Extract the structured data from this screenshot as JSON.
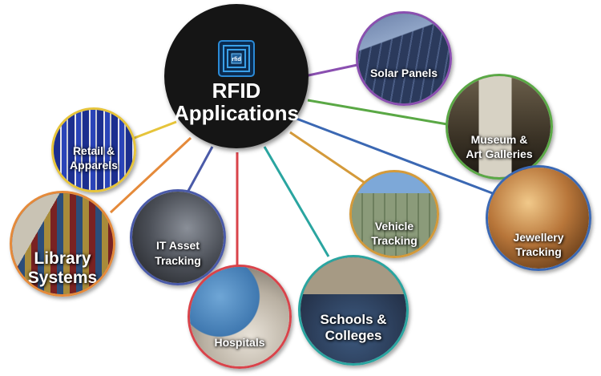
{
  "hub": {
    "title": "RFID Applications",
    "logo_text": "rfid",
    "logo_icon": "rfid-chip-icon"
  },
  "applications": [
    {
      "id": "solar",
      "label": "Solar Panels",
      "color": "#8a4fb0"
    },
    {
      "id": "museum",
      "label": "Museum &\nArt Galleries",
      "color": "#5aa845"
    },
    {
      "id": "retail",
      "label": "Retail &\nApparels",
      "color": "#e6c43a"
    },
    {
      "id": "jewellery",
      "label": "Jewellery\nTracking",
      "color": "#3b68b3"
    },
    {
      "id": "vehicle",
      "label": "Vehicle\nTracking",
      "color": "#d49a3a"
    },
    {
      "id": "library",
      "label": "Library\nSystems",
      "color": "#e58a3a"
    },
    {
      "id": "itasset",
      "label": "IT Asset\nTracking",
      "color": "#4a5aa8"
    },
    {
      "id": "schools",
      "label": "Schools &\nColleges",
      "color": "#2aa5a0"
    },
    {
      "id": "hospitals",
      "label": "Hospitals",
      "color": "#d9434a"
    }
  ]
}
